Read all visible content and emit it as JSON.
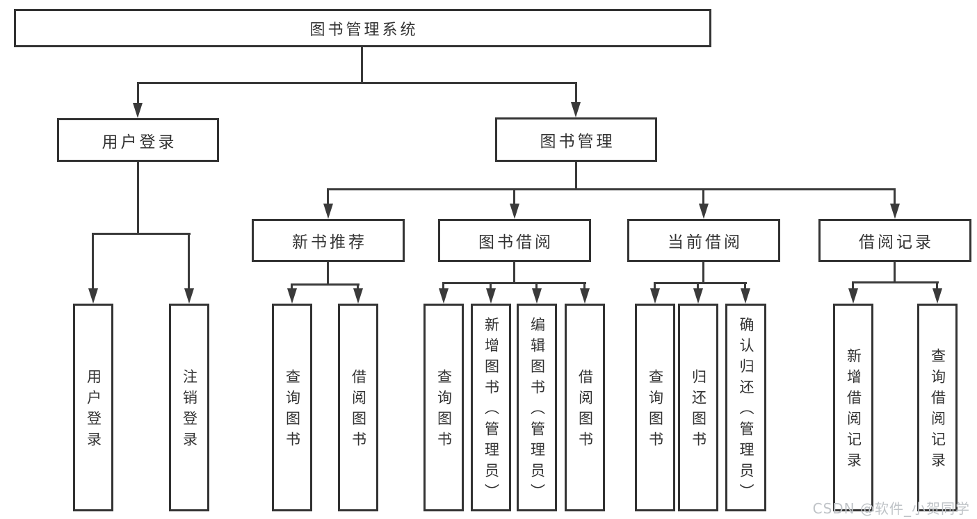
{
  "nodes": {
    "root": "图书管理系统",
    "user_login": "用户登录",
    "book_mgmt": "图书管理",
    "new_book_rec": "新书推荐",
    "book_borrow": "图书借阅",
    "current_borrow": "当前借阅",
    "borrow_record": "借阅记录",
    "leaf_user_login": "用户登录",
    "leaf_logout": "注销登录",
    "leaf_query_book_a": "查询图书",
    "leaf_borrow_book_a": "借阅图书",
    "leaf_query_book_b": "查询图书",
    "leaf_add_book": "新增图书（管理员）",
    "leaf_edit_book": "编辑图书（管理员）",
    "leaf_borrow_book_b": "借阅图书",
    "leaf_query_book_c": "查询图书",
    "leaf_return_book": "归还图书",
    "leaf_confirm_return": "确认归还（管理员）",
    "leaf_add_record": "新增借阅记录",
    "leaf_query_record": "查询借阅记录"
  },
  "hierarchy": {
    "图书管理系统": {
      "用户登录": [
        "用户登录",
        "注销登录"
      ],
      "图书管理": {
        "新书推荐": [
          "查询图书",
          "借阅图书"
        ],
        "图书借阅": [
          "查询图书",
          "新增图书（管理员）",
          "编辑图书（管理员）",
          "借阅图书"
        ],
        "当前借阅": [
          "查询图书",
          "归还图书",
          "确认归还（管理员）"
        ],
        "借阅记录": [
          "新增借阅记录",
          "查询借阅记录"
        ]
      }
    }
  },
  "watermark": {
    "text": "CSDN @软件_小贺同学",
    "color": "#bfc3c7"
  },
  "colors": {
    "background": "#ffffff",
    "box_border": "#333333",
    "line": "#3a3a3a",
    "text": "#333333"
  }
}
